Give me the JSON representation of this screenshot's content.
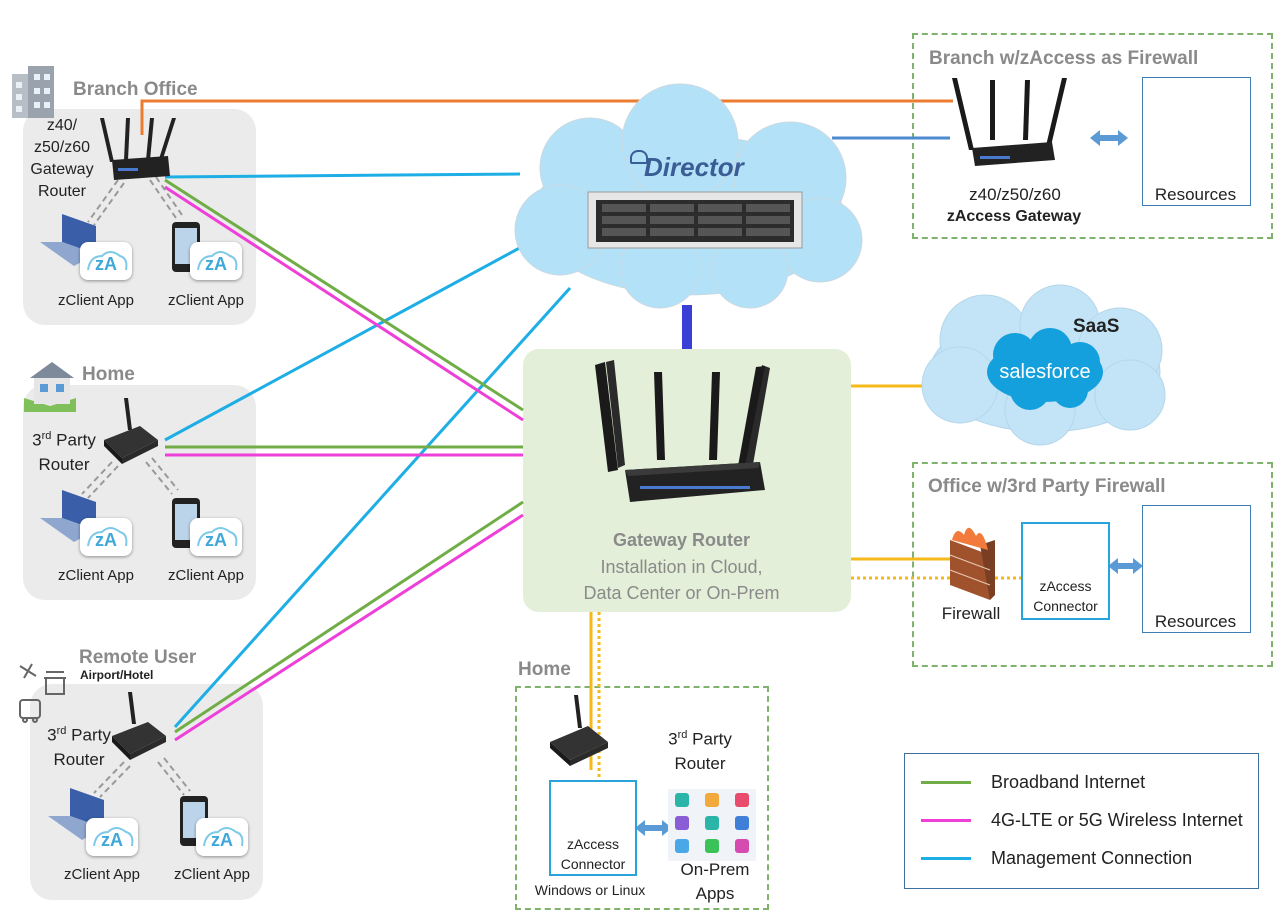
{
  "colors": {
    "broadband": "#70ad47",
    "wireless": "#ee3fd8",
    "management": "#1eaee6",
    "orange_link": "#ec7d30",
    "saas_link": "#f5b919",
    "director_link": "#3c3fd6"
  },
  "branch_office": {
    "title": "Branch Office",
    "router_label": "z40/\nz50/z60\nGateway\nRouter",
    "client_a": "zClient App",
    "client_b": "zClient App"
  },
  "home1": {
    "title": "Home",
    "router_label_pre": "3",
    "router_label_sup": "rd",
    "router_label_post": " Party\nRouter",
    "client_a": "zClient App",
    "client_b": "zClient App"
  },
  "remote_user": {
    "title": "Remote User",
    "subtitle": "Airport/Hotel",
    "router_label_pre": "3",
    "router_label_sup": "rd",
    "router_label_post": " Party\nRouter",
    "client_a": "zClient App",
    "client_b": "zClient App"
  },
  "director": {
    "label": "Director"
  },
  "branch_firewall": {
    "title": "Branch w/zAccess as Firewall",
    "gateway_model": "z40/z50/z60",
    "gateway_name": "zAccess Gateway",
    "resources": "Resources"
  },
  "saas": {
    "title": "SaaS",
    "brand": "salesforce"
  },
  "gateway_router": {
    "title": "Gateway Router",
    "line1": "Installation in Cloud,",
    "line2": "Data Center or On-Prem"
  },
  "office_3rd": {
    "title": "Office w/3rd Party Firewall",
    "firewall": "Firewall",
    "connector": "zAccess\nConnector",
    "resources": "Resources"
  },
  "home2": {
    "title": "Home",
    "router_pre": "3",
    "router_sup": "rd",
    "router_post": " Party\nRouter",
    "connector": "zAccess\nConnector",
    "os": "Windows or Linux",
    "apps": "On-Prem\nApps"
  },
  "legend": {
    "items": [
      {
        "label": "Broadband Internet",
        "color": "#70ad47"
      },
      {
        "label": "4G-LTE or 5G Wireless Internet",
        "color": "#ee3fd8"
      },
      {
        "label": "Management Connection",
        "color": "#1eaee6"
      }
    ]
  }
}
